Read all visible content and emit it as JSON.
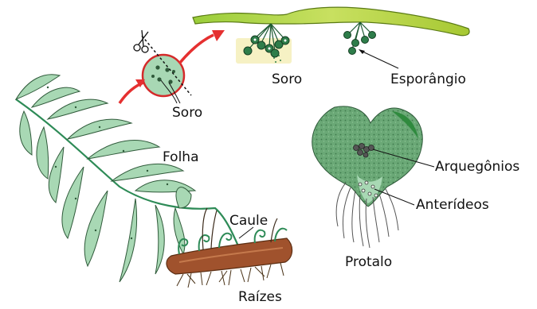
{
  "labels": {
    "soro_small": "Soro",
    "soro_detail": "Soro",
    "esporangio": "Esporângio",
    "folha": "Folha",
    "caule": "Caule",
    "raizes": "Raízes",
    "arquegonios": "Arquegônios",
    "anterideos": "Anterídeos",
    "protalo": "Protalo"
  },
  "colors": {
    "leaf_fill": "#a8d8b4",
    "leaf_stroke": "#2f5a3a",
    "stem": "#2e8b57",
    "detail_leaf": "#b5d640",
    "sporangium": "#2e7d4a",
    "soro_bg": "#f6f1c4",
    "prothallus": "#5f9e6a",
    "rhizome": "#a0522d",
    "arrow": "#e53030",
    "circle": "#d42a2a"
  },
  "icons": {
    "scissors": "scissors-icon"
  }
}
